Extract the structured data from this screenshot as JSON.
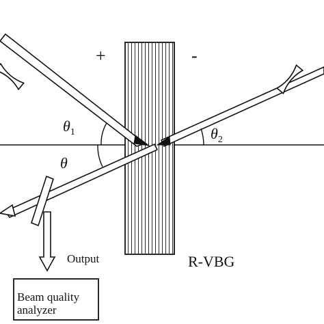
{
  "labels": {
    "plus": "+",
    "minus": "-",
    "theta1": "θ",
    "theta1_sub": "1",
    "theta2": "θ",
    "theta2_sub": "2",
    "theta": "θ",
    "output": "Output",
    "rvbg": "R-VBG",
    "analyzer_line1": "Beam quality",
    "analyzer_line2": "analyzer"
  },
  "icons": {
    "lens": "concave-lens-icon",
    "arrow": "arrowhead-icon"
  },
  "colors": {
    "ink": "#111111",
    "background": "#ffffff"
  }
}
